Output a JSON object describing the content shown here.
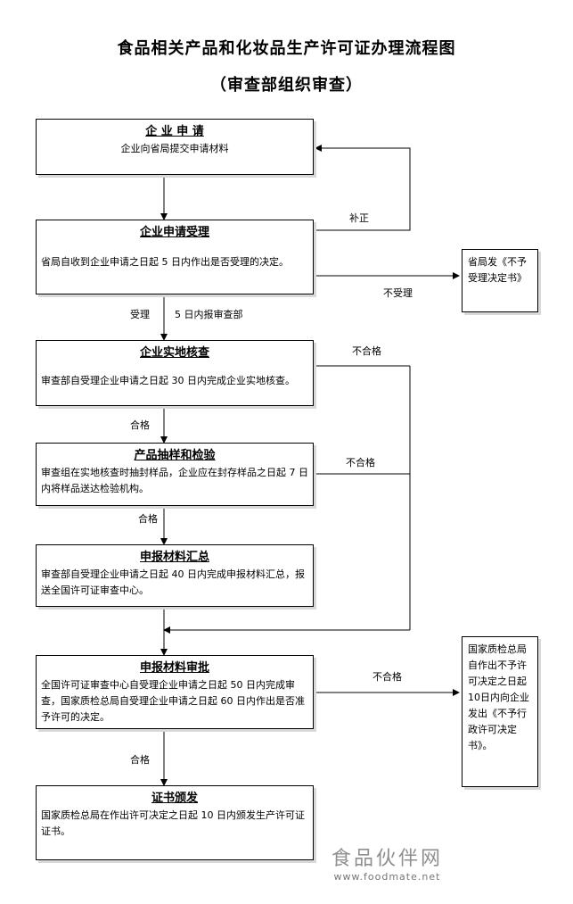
{
  "title": "食品相关产品和化妆品生产许可证办理流程图",
  "subtitle": "（审查部组织审查）",
  "steps": [
    {
      "head": "企 业 申 请",
      "body": "企业向省局提交申请材料"
    },
    {
      "head": "企业申请受理",
      "body": "省局自收到企业申请之日起 5 日内作出是否受理的决定。"
    },
    {
      "head": "企业实地核查",
      "body": "审查部自受理企业申请之日起 30 日内完成企业实地核查。"
    },
    {
      "head": "产品抽样和检验",
      "body": "审查组在实地核查时抽封样品，企业应在封存样品之日起 7 日内将样品送达检验机构。"
    },
    {
      "head": "申报材料汇总",
      "body": "审查部自受理企业申请之日起 40 日内完成申报材料汇总，报送全国许可证审查中心。"
    },
    {
      "head": "申报材料审批",
      "body": "全国许可证审查中心自受理企业申请之日起 50 日内完成审查，国家质检总局自受理企业申请之日起 60 日内作出是否准予许可的决定。"
    },
    {
      "head": "证书颁发",
      "body": "国家质检总局在作出许可决定之日起 10 日内颁发生产许可证证书。"
    }
  ],
  "side_boxes": {
    "no_accept": "省局发《不予受理决定书》",
    "no_permit": "国家质检总局自作出不予许可决定之日起10日内向企业发出《不予行政许可决定书》。"
  },
  "labels": {
    "supplement": "补正",
    "not_accepted": "不受理",
    "accepted": "受理",
    "report_5days": "5 日内报审查部",
    "fail_1": "不合格",
    "fail_2": "不合格",
    "fail_3": "不合格",
    "pass_1": "合格",
    "pass_2": "合格",
    "pass_3": "合格"
  },
  "watermark": {
    "name": "食品伙伴网",
    "url": "www.foodmate.net"
  }
}
